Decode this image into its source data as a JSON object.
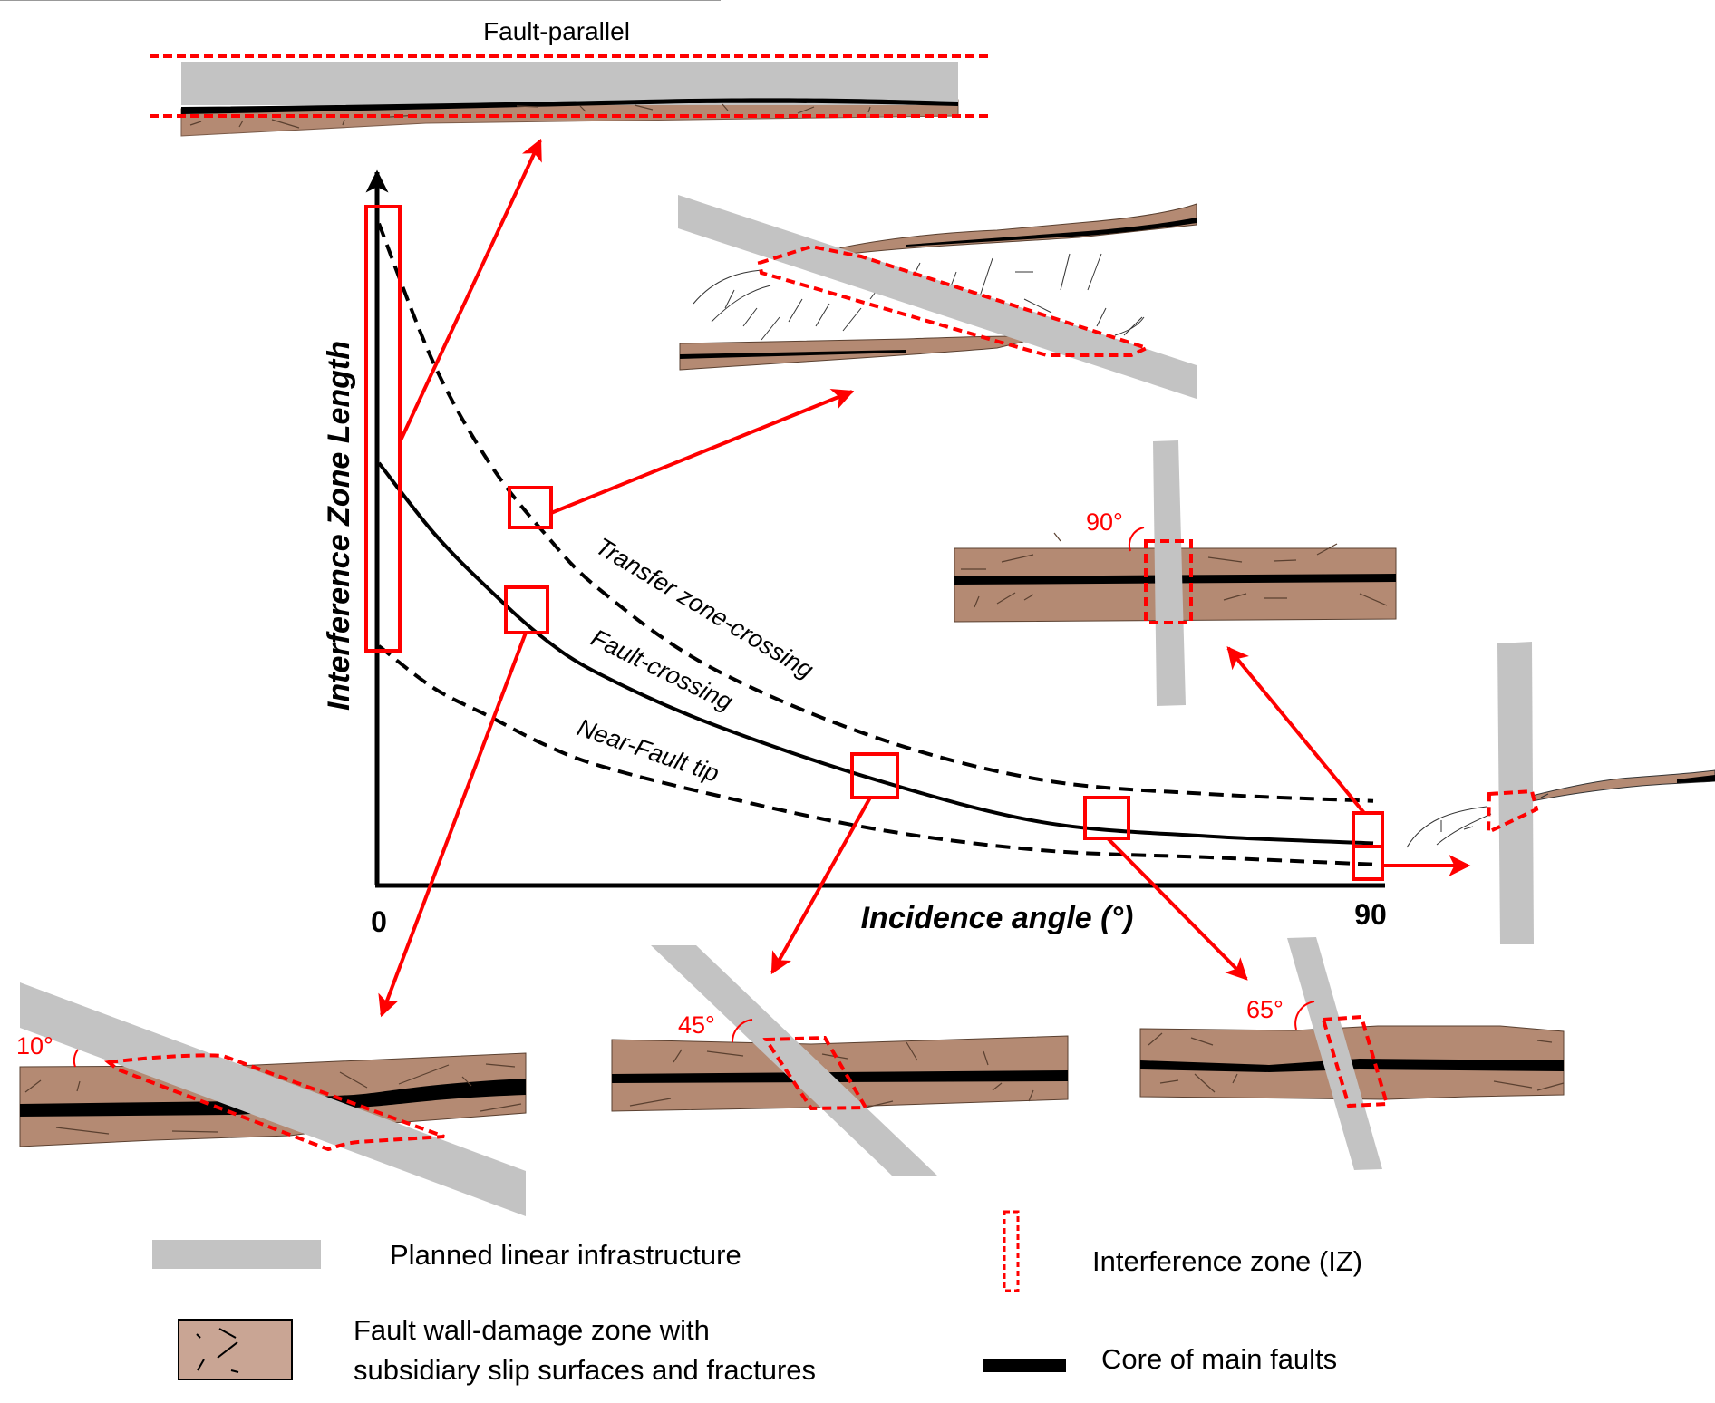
{
  "figure": {
    "top_label": "Fault-parallel",
    "axes": {
      "y_title": "Interference Zone Length",
      "x_title": "Incidence angle (°)",
      "x_min_label": "0",
      "x_max_label": "90"
    },
    "curves": [
      {
        "id": "transfer",
        "label": "Transfer zone-crossing",
        "style": "dashed"
      },
      {
        "id": "fault",
        "label": "Fault-crossing",
        "style": "solid"
      },
      {
        "id": "tip",
        "label": "Near-Fault tip",
        "style": "dashed"
      }
    ],
    "angle_labels": {
      "a10": "10°",
      "a45": "45°",
      "a65": "65°",
      "a90": "90°"
    },
    "legend": {
      "infrastructure": "Planned linear infrastructure",
      "iz": "Interference zone (IZ)",
      "damage_line1": "Fault wall-damage zone with",
      "damage_line2": "subsidiary slip surfaces and fractures",
      "core": "Core of main faults"
    },
    "colors": {
      "infrastructure": "#c3c3c3",
      "damage_zone": "#b48a73",
      "legend_damage": "#c9a594",
      "core": "#000000",
      "highlight": "#ff0000"
    }
  },
  "chart_data": {
    "type": "line",
    "title": "",
    "xlabel": "Incidence angle (°)",
    "ylabel": "Interference Zone Length",
    "xlim": [
      0,
      90
    ],
    "ylim": [
      0,
      1
    ],
    "x_ticks": [
      "0",
      "90"
    ],
    "grid": false,
    "series": [
      {
        "name": "Transfer zone-crossing",
        "style": "dashed",
        "x": [
          0,
          5,
          10,
          15,
          20,
          30,
          45,
          60,
          75,
          90
        ],
        "y": [
          0.94,
          0.74,
          0.6,
          0.5,
          0.42,
          0.31,
          0.21,
          0.15,
          0.13,
          0.12
        ]
      },
      {
        "name": "Fault-crossing",
        "style": "solid",
        "x": [
          0,
          5,
          10,
          15,
          20,
          30,
          45,
          60,
          75,
          90
        ],
        "y": [
          0.6,
          0.5,
          0.42,
          0.35,
          0.3,
          0.23,
          0.15,
          0.09,
          0.07,
          0.06
        ]
      },
      {
        "name": "Near-Fault tip",
        "style": "dashed",
        "x": [
          0,
          5,
          10,
          15,
          20,
          30,
          45,
          60,
          75,
          90
        ],
        "y": [
          0.34,
          0.28,
          0.24,
          0.2,
          0.17,
          0.13,
          0.08,
          0.05,
          0.04,
          0.03
        ]
      }
    ],
    "highlighted_angles": [
      0,
      10,
      45,
      65,
      90
    ]
  }
}
